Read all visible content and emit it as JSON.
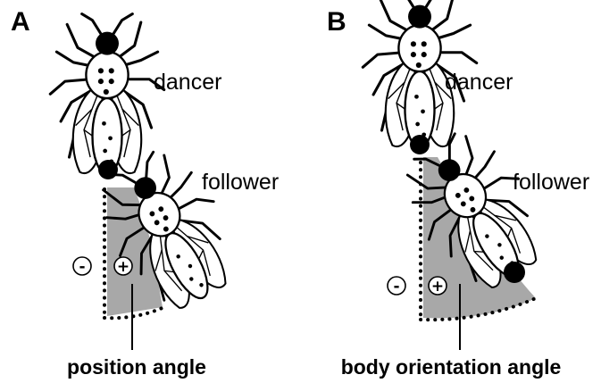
{
  "panels": [
    {
      "letter": "A",
      "dancer_label": "dancer",
      "follower_label": "follower",
      "minus_sign": "-",
      "plus_sign": "+",
      "caption": "position angle"
    },
    {
      "letter": "B",
      "dancer_label": "dancer",
      "follower_label": "follower",
      "minus_sign": "-",
      "plus_sign": "+",
      "caption": "body orientation angle"
    }
  ],
  "colors": {
    "angle_sector": "#a8a8a8",
    "ink": "#000000",
    "bee_fill": "#ffffff"
  }
}
